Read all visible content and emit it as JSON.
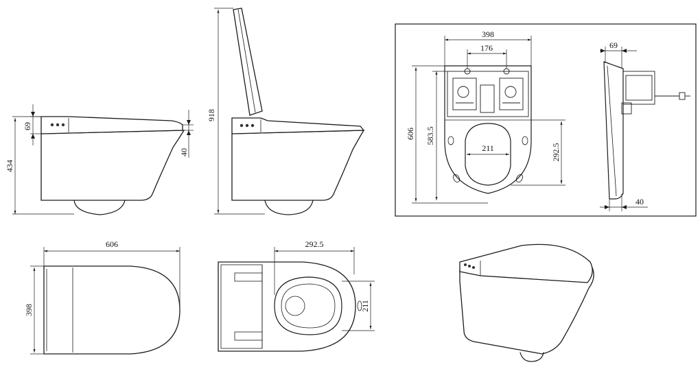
{
  "dimensions": {
    "side_lid_closed": {
      "height_total": "434",
      "lid_thickness": "69",
      "seat_gap": "40"
    },
    "side_lid_open": {
      "height_open": "918"
    },
    "back_panel": {
      "width": "398",
      "hole_spacing": "176",
      "length_total": "606",
      "length_mount": "583.5",
      "seat_offset": "292.5",
      "hole_width": "211"
    },
    "side_mount": {
      "top": "69",
      "bottom": "40"
    },
    "top_view": {
      "length": "606",
      "width": "398"
    },
    "bottom_view": {
      "depth": "292.5",
      "width": "211"
    }
  }
}
